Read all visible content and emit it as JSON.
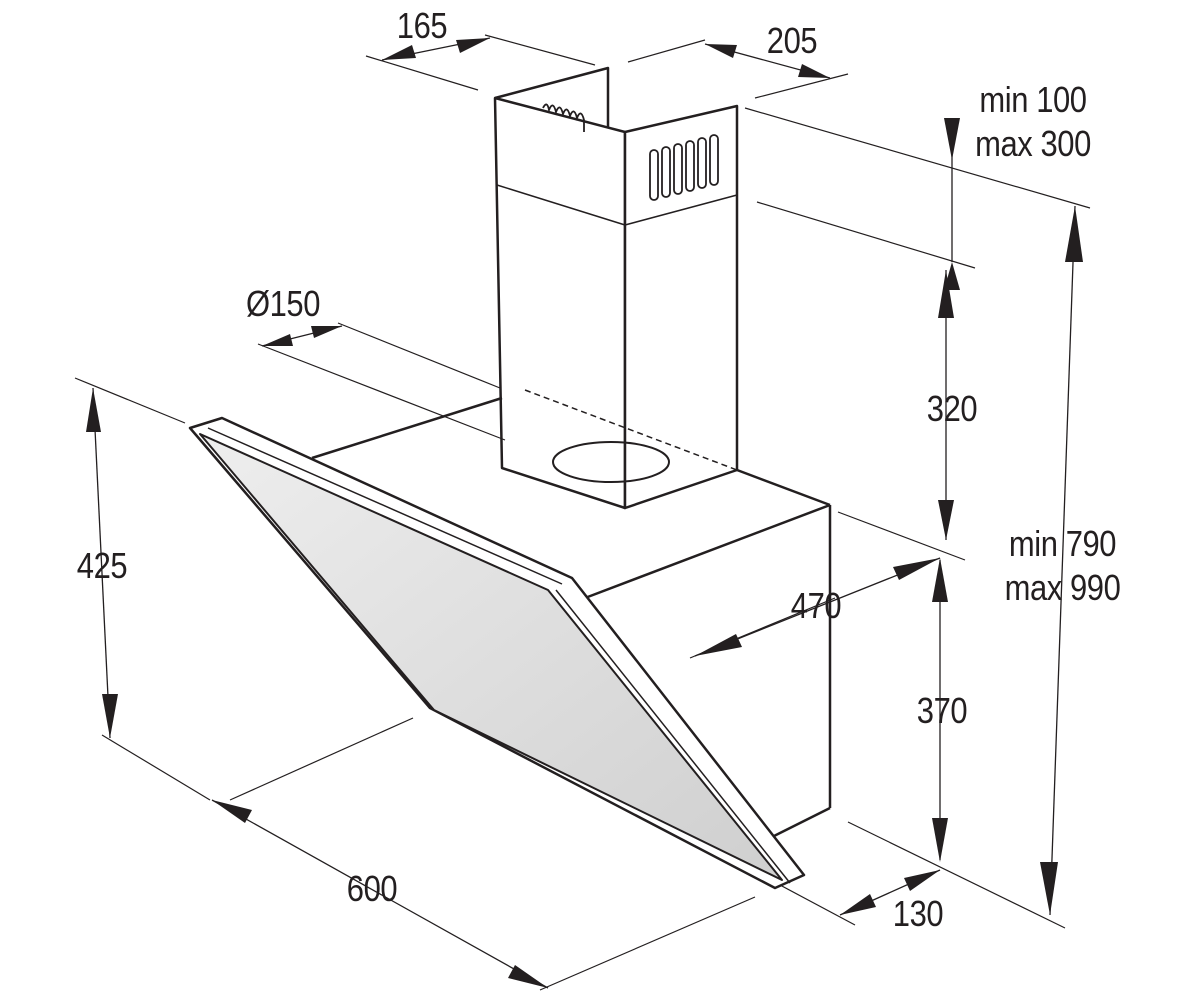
{
  "colors": {
    "line": "#231f20",
    "panel": "#dcdcdc",
    "background": "#ffffff"
  },
  "dimensions": {
    "chimney_depth": "165",
    "chimney_width": "205",
    "gap_top_min": "min 100",
    "gap_top_max": "max 300",
    "duct_diameter": "Ø150",
    "chimney_height": "320",
    "total_height_min": "min 790",
    "total_height_max": "max 990",
    "side_height": "425",
    "body_depth": "470",
    "body_height": "370",
    "width": "600",
    "bottom_depth": "130"
  }
}
